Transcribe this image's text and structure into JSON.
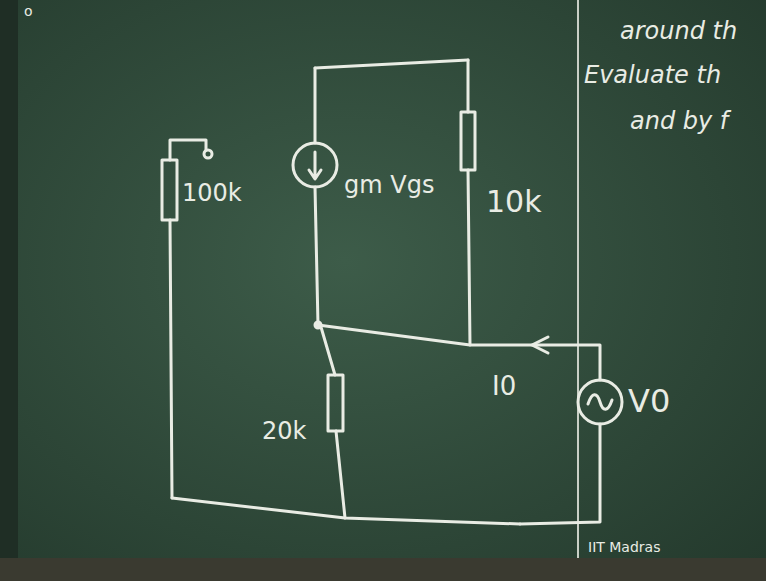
{
  "diagram": {
    "labels": [
      "o",
      "100k",
      "gm Vgs",
      "10k",
      "20k",
      "I0",
      "V0",
      "around th",
      "Evaluate th",
      "and by f",
      "IIT Madras"
    ]
  }
}
